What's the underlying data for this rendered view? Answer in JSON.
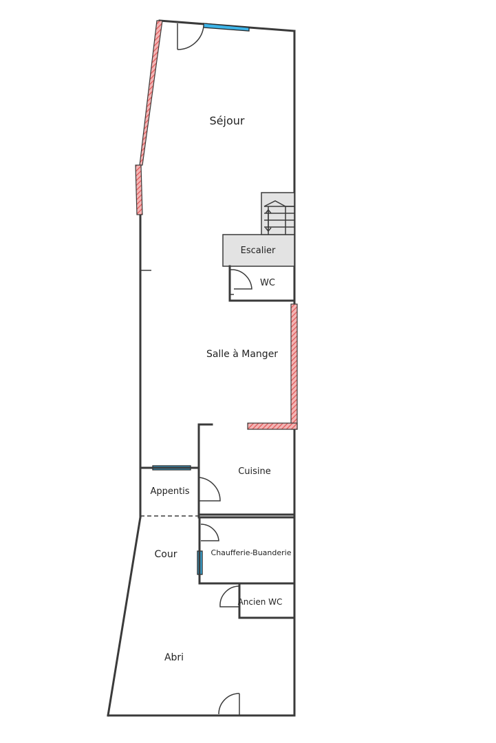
{
  "rooms": {
    "sejour": "Séjour",
    "escalier": "Escalier",
    "wc": "WC",
    "salle_a_manger": "Salle à Manger",
    "cuisine": "Cuisine",
    "appentis": "Appentis",
    "cour": "Cour",
    "chaufferie": "Chaufferie-Buanderie",
    "ancien_wc": "Ancien WC",
    "abri": "Abri"
  },
  "colors": {
    "walls": "#3a3a3a",
    "hatched_wall": "#e05a5a",
    "window": "#3db4e8",
    "stair_fill": "#e3e3e3"
  }
}
